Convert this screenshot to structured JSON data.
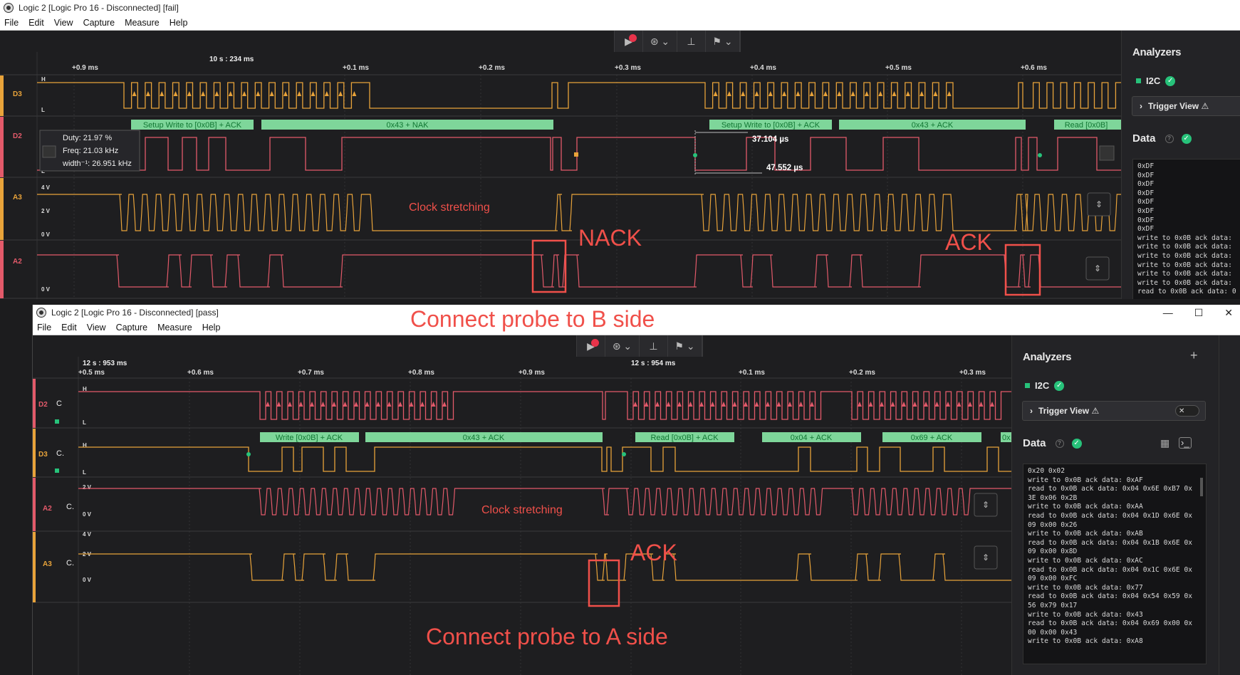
{
  "window1": {
    "title": "Logic 2 [Logic Pro 16 - Disconnected] [fail]",
    "menu": [
      "File",
      "Edit",
      "View",
      "Capture",
      "Measure",
      "Help"
    ],
    "timebar": {
      "anchor": "10 s : 234 ms",
      "ticks": [
        "+0.9 ms",
        "+0.1 ms",
        "+0.2 ms",
        "+0.3 ms",
        "+0.4 ms",
        "+0.5 ms",
        "+0.6 ms"
      ]
    },
    "channels": [
      "D3",
      "D2",
      "A3",
      "A2"
    ],
    "level_labels": {
      "high": "H",
      "low": "L",
      "a3_top": "4 V",
      "a3_mid": "2 V",
      "a3_bot": "0 V",
      "a2_bot": "0 V"
    },
    "decoder_frames": [
      "Setup Write to [0x0B] + ACK",
      "0x43 + NAK",
      "Setup Write to [0x0B] + ACK",
      "0x43 + ACK",
      "Read [0x0B]"
    ],
    "measurement": {
      "duty": "Duty: 21.97 %",
      "freq": "Freq: 21.03 kHz",
      "width": "width⁻¹: 26.951 kHz"
    },
    "markers": [
      "37.104 µs",
      "47.552 µs"
    ],
    "annotation_clock": "Clock stretching",
    "sidebar": {
      "analyzers_title": "Analyzers",
      "analyzer": "I2C",
      "trigger": "Trigger View ⚠",
      "data_title": "Data",
      "data_lines": [
        "0xDF",
        "0xDF",
        "0xDF",
        "0xDF",
        "0xDF",
        "0xDF",
        "0xDF",
        "0xDF",
        "write to 0x0B ack data:",
        "write to 0x0B ack data:",
        "write to 0x0B ack data:",
        "write to 0x0B ack data:",
        "write to 0x0B ack data:",
        "write to 0x0B ack data:",
        "read to 0x0B ack data: 0"
      ]
    }
  },
  "window2": {
    "title": "Logic 2 [Logic Pro 16 - Disconnected] [pass]",
    "menu": [
      "File",
      "Edit",
      "View",
      "Capture",
      "Measure",
      "Help"
    ],
    "timebar": {
      "anchor1": "12 s : 953 ms",
      "anchor2": "12 s : 954 ms",
      "ticks": [
        "+0.5 ms",
        "+0.6 ms",
        "+0.7 ms",
        "+0.8 ms",
        "+0.9 ms",
        "+0.1 ms",
        "+0.2 ms",
        "+0.3 ms"
      ]
    },
    "channels": [
      "D2",
      "D3",
      "A2",
      "A3"
    ],
    "channel_suffix": [
      "C",
      "C.",
      "C.",
      "C."
    ],
    "level_labels": {
      "high": "H",
      "low": "L",
      "v2": "2 V",
      "v0": "0 V",
      "v4": "4 V"
    },
    "decoder_frames": [
      "Write [0x0B] + ACK",
      "0x43 + ACK",
      "Read [0x0B] + ACK",
      "0x04 + ACK",
      "0x69 + ACK",
      "0x"
    ],
    "annotation_clock": "Clock stretching",
    "sidebar": {
      "analyzers_title": "Analyzers",
      "analyzer": "I2C",
      "trigger": "Trigger View ⚠",
      "data_title": "Data",
      "data_lines": [
        "0x20 0x02",
        "write to 0x0B ack data: 0xAF",
        "read to 0x0B ack data: 0x04 0x6E 0xB7 0x",
        "3E 0x06 0x2B",
        "write to 0x0B ack data: 0xAA",
        "read to 0x0B ack data: 0x04 0x1D 0x6E 0x",
        "09 0x00 0x26",
        "write to 0x0B ack data: 0xAB",
        "read to 0x0B ack data: 0x04 0x1B 0x6E 0x",
        "09 0x00 0x8D",
        "write to 0x0B ack data: 0xAC",
        "read to 0x0B ack data: 0x04 0x1C 0x6E 0x",
        "09 0x00 0xFC",
        "write to 0x0B ack data: 0x77",
        "read to 0x0B ack data: 0x04 0x54 0x59 0x",
        "56 0x79 0x17",
        "write to 0x0B ack data: 0x43",
        "read to 0x0B ack data: 0x04 0x69 0x00 0x",
        "00 0x00 0x43",
        "write to 0x0B ack data: 0xA8"
      ]
    }
  },
  "annotations": {
    "nack": "NACK",
    "ack_top": "ACK",
    "ack_bottom": "ACK",
    "connect_b": "Connect probe to B side",
    "connect_a": "Connect probe to A side"
  },
  "colors": {
    "orange": "#e8a33a",
    "red": "#e35a6a",
    "decoder": "#7ed69a",
    "annotation": "#f0504a"
  }
}
